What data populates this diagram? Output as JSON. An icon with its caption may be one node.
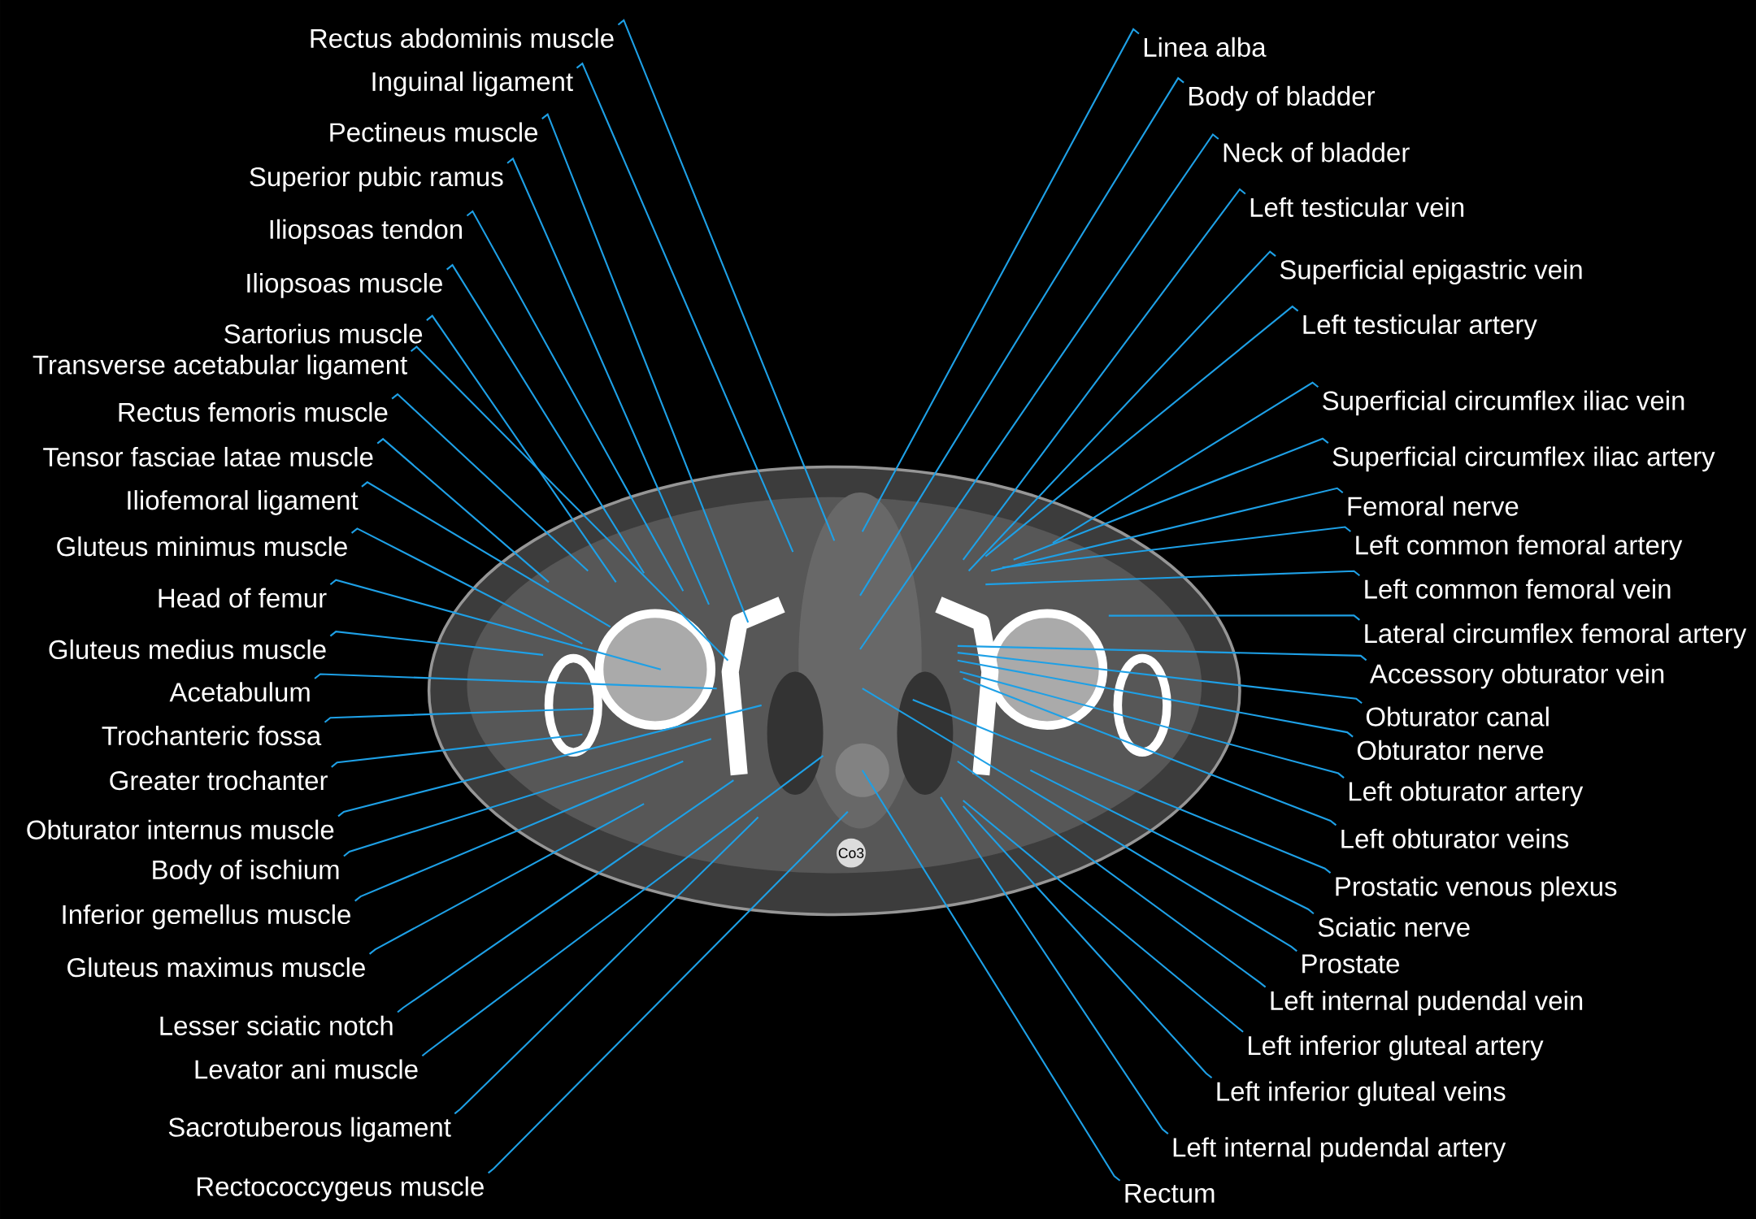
{
  "diagram": {
    "nodes": [
      {
        "text": [
          "Rectus abdominis muscle"
        ]
      },
      {
        "text": [
          "Inguinal ligament"
        ]
      },
      {
        "text": [
          "Pectineus muscle"
        ]
      },
      {
        "text": [
          "Superior pubic ramus"
        ]
      },
      {
        "text": [
          "Iliopsoas tendon"
        ]
      },
      {
        "text": [
          "Iliopsoas muscle"
        ]
      },
      {
        "text": [
          "Sartorius muscle"
        ]
      },
      {
        "text": [
          "Transverse acetabular ligament"
        ]
      },
      {
        "text": [
          "Rectus femoris muscle"
        ]
      },
      {
        "text": [
          "Tensor fasciae latae muscle"
        ]
      },
      {
        "text": [
          "Iliofemoral ligament"
        ]
      },
      {
        "text": [
          "Gluteus minimus muscle"
        ]
      },
      {
        "text": [
          "Head of femur"
        ]
      },
      {
        "text": [
          "Gluteus medius muscle"
        ]
      },
      {
        "text": [
          "Acetabulum"
        ]
      },
      {
        "text": [
          "Trochanteric fossa"
        ]
      },
      {
        "text": [
          "Greater trochanter"
        ]
      },
      {
        "text": [
          "Obturator internus muscle"
        ]
      },
      {
        "text": [
          "Body of ischium"
        ]
      },
      {
        "text": [
          "Inferior gemellus muscle"
        ]
      },
      {
        "text": [
          "Gluteus maximus muscle"
        ]
      },
      {
        "text": [
          "Lesser sciatic notch"
        ]
      },
      {
        "text": [
          "Levator ani muscle"
        ]
      },
      {
        "text": [
          "Sacrotuberous ligament"
        ]
      },
      {
        "text": [
          "Rectococcygeus muscle"
        ]
      },
      {
        "text": [
          "Linea alba"
        ]
      },
      {
        "text": [
          "Body of bladder"
        ]
      },
      {
        "text": [
          "Neck of bladder"
        ]
      },
      {
        "text": [
          "Left testicular vein"
        ]
      },
      {
        "text": [
          "Superficial epigastric vein"
        ]
      },
      {
        "text": [
          "Left testicular artery"
        ]
      },
      {
        "text": [
          "Superficial circumflex iliac vein"
        ]
      },
      {
        "text": [
          "Superficial circumflex iliac artery"
        ]
      },
      {
        "text": [
          "Femoral nerve"
        ]
      },
      {
        "text": [
          "Left common femoral artery"
        ]
      },
      {
        "text": [
          "Left common femoral vein"
        ]
      },
      {
        "text": [
          "Lateral circumflex femoral artery"
        ]
      },
      {
        "text": [
          "Accessory obturator vein"
        ]
      },
      {
        "text": [
          "Obturator canal"
        ]
      },
      {
        "text": [
          "Obturator nerve"
        ]
      },
      {
        "text": [
          "Left obturator artery"
        ]
      },
      {
        "text": [
          "Left obturator veins"
        ]
      },
      {
        "text": [
          "Prostatic venous plexus"
        ]
      },
      {
        "text": [
          "Sciatic nerve"
        ]
      },
      {
        "text": [
          "Prostate"
        ]
      },
      {
        "text": [
          "Left internal pudendal vein"
        ]
      },
      {
        "text": [
          "Left inferior gluteal artery"
        ]
      },
      {
        "text": [
          "Left inferior gluteal veins"
        ]
      },
      {
        "text": [
          "Left internal pudendal artery"
        ]
      },
      {
        "text": [
          "Rectum"
        ]
      }
    ],
    "edges": [
      {
        "from": 0,
        "to": null,
        "arrow": "none"
      },
      {
        "from": 1,
        "to": null,
        "arrow": "none"
      },
      {
        "from": 2,
        "to": null,
        "arrow": "none"
      },
      {
        "from": 3,
        "to": null,
        "arrow": "none"
      },
      {
        "from": 4,
        "to": null,
        "arrow": "none"
      },
      {
        "from": 5,
        "to": null,
        "arrow": "none"
      },
      {
        "from": 6,
        "to": null,
        "arrow": "none"
      },
      {
        "from": 7,
        "to": null,
        "arrow": "none"
      },
      {
        "from": 8,
        "to": null,
        "arrow": "none"
      },
      {
        "from": 9,
        "to": null,
        "arrow": "none"
      },
      {
        "from": 10,
        "to": null,
        "arrow": "none"
      },
      {
        "from": 11,
        "to": null,
        "arrow": "none"
      },
      {
        "from": 12,
        "to": null,
        "arrow": "none"
      },
      {
        "from": 13,
        "to": null,
        "arrow": "none"
      },
      {
        "from": 14,
        "to": null,
        "arrow": "none"
      },
      {
        "from": 15,
        "to": null,
        "arrow": "none"
      },
      {
        "from": 16,
        "to": null,
        "arrow": "none"
      },
      {
        "from": 17,
        "to": null,
        "arrow": "none"
      },
      {
        "from": 18,
        "to": null,
        "arrow": "none"
      },
      {
        "from": 19,
        "to": null,
        "arrow": "none"
      },
      {
        "from": 20,
        "to": null,
        "arrow": "none"
      },
      {
        "from": 21,
        "to": null,
        "arrow": "none"
      },
      {
        "from": 22,
        "to": null,
        "arrow": "none"
      },
      {
        "from": 23,
        "to": null,
        "arrow": "none"
      },
      {
        "from": 24,
        "to": null,
        "arrow": "none"
      },
      {
        "from": 25,
        "to": null,
        "arrow": "none"
      },
      {
        "from": 26,
        "to": null,
        "arrow": "none"
      },
      {
        "from": 27,
        "to": null,
        "arrow": "none"
      },
      {
        "from": 28,
        "to": null,
        "arrow": "none"
      },
      {
        "from": 29,
        "to": null,
        "arrow": "none"
      },
      {
        "from": 30,
        "to": null,
        "arrow": "none"
      },
      {
        "from": 31,
        "to": null,
        "arrow": "none"
      },
      {
        "from": 32,
        "to": null,
        "arrow": "none"
      },
      {
        "from": 33,
        "to": null,
        "arrow": "none"
      },
      {
        "from": 34,
        "to": null,
        "arrow": "none"
      },
      {
        "from": 35,
        "to": null,
        "arrow": "none"
      },
      {
        "from": 36,
        "to": null,
        "arrow": "none"
      },
      {
        "from": 37,
        "to": null,
        "arrow": "none"
      },
      {
        "from": 38,
        "to": null,
        "arrow": "none"
      },
      {
        "from": 39,
        "to": null,
        "arrow": "none"
      },
      {
        "from": 40,
        "to": null,
        "arrow": "none"
      },
      {
        "from": 41,
        "to": null,
        "arrow": "none"
      },
      {
        "from": 42,
        "to": null,
        "arrow": "none"
      },
      {
        "from": 43,
        "to": null,
        "arrow": "none"
      },
      {
        "from": 44,
        "to": null,
        "arrow": "none"
      },
      {
        "from": 45,
        "to": null,
        "arrow": "none"
      },
      {
        "from": 46,
        "to": null,
        "arrow": "none"
      },
      {
        "from": 47,
        "to": null,
        "arrow": "none"
      },
      {
        "from": 48,
        "to": null,
        "arrow": "none"
      },
      {
        "from": 49,
        "to": null,
        "arrow": "none"
      }
    ],
    "labels": [
      "Co3"
    ]
  }
}
